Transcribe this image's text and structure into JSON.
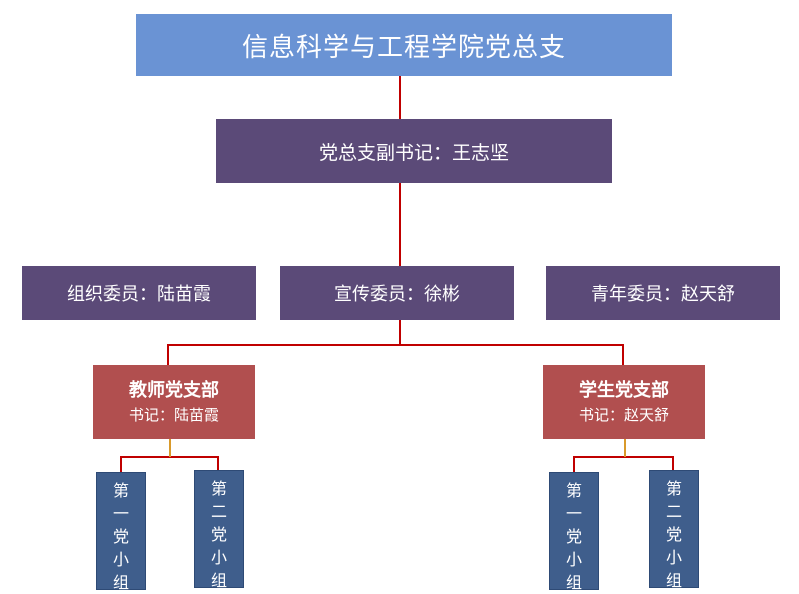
{
  "title": "信息科学与工程学院党总支",
  "deputy_secretary": "党总支副书记：王志坚",
  "committee_members": [
    "组织委员：陆苗霞",
    "宣传委员：徐彬",
    "青年委员：赵天舒"
  ],
  "branches": [
    {
      "name": "教师党支部",
      "secretary": "书记：陆苗霞",
      "groups": [
        {
          "chars": [
            "第",
            "一",
            "党",
            "小",
            "组"
          ]
        },
        {
          "chars": [
            "第",
            "二",
            "党",
            "小",
            "组"
          ]
        }
      ]
    },
    {
      "name": "学生党支部",
      "secretary": "书记：赵天舒",
      "groups": [
        {
          "chars": [
            "第",
            "一",
            "党",
            "小",
            "组"
          ]
        },
        {
          "chars": [
            "第",
            "二",
            "党",
            "小",
            "组"
          ]
        }
      ]
    }
  ],
  "colors": {
    "title_box": "#6a93d4",
    "committee_box": "#5b4a78",
    "branch_box": "#b14f4f",
    "group_box": "#3f5e8c",
    "connector": "#c00000",
    "branch_stub": "#d99a2b"
  }
}
